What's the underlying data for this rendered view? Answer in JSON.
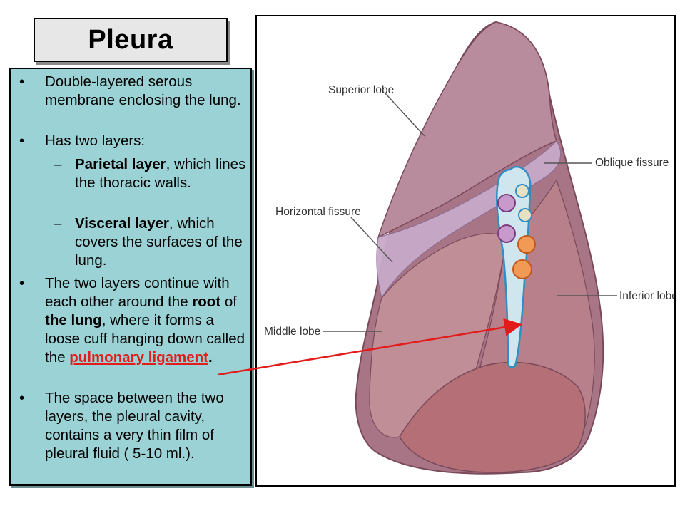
{
  "title": "Pleura",
  "bullets": {
    "b1": "Double-layered serous membrane enclosing the lung.",
    "b2": "Has two layers:",
    "sub1_bold": "Parietal layer",
    "sub1_rest": ", which lines the thoracic walls.",
    "sub2_bold": "Visceral layer",
    "sub2_rest": ", which covers the surfaces of the lung.",
    "b3_pre": "The two layers continue with each other around the ",
    "b3_bold1": "root",
    "b3_mid1": " of ",
    "b3_bold2": "the lung",
    "b3_mid2": ", where it forms a loose cuff hanging down called the ",
    "b3_red": "pulmonary ligament",
    "b3_end": ".",
    "b4": "The space between the two layers, the pleural cavity, contains a very thin film of pleural fluid ( 5-10 ml.)."
  },
  "bullet_mark": "•",
  "sub_mark": "–",
  "figure_labels": {
    "superior": "Superior lobe",
    "oblique": "Oblique fissure",
    "horizontal": "Horizontal fissure",
    "inferior": "Inferior lobe",
    "middle": "Middle lobe"
  },
  "colors": {
    "panel": "#9bd2d5",
    "accent_red": "#e31b1b"
  }
}
